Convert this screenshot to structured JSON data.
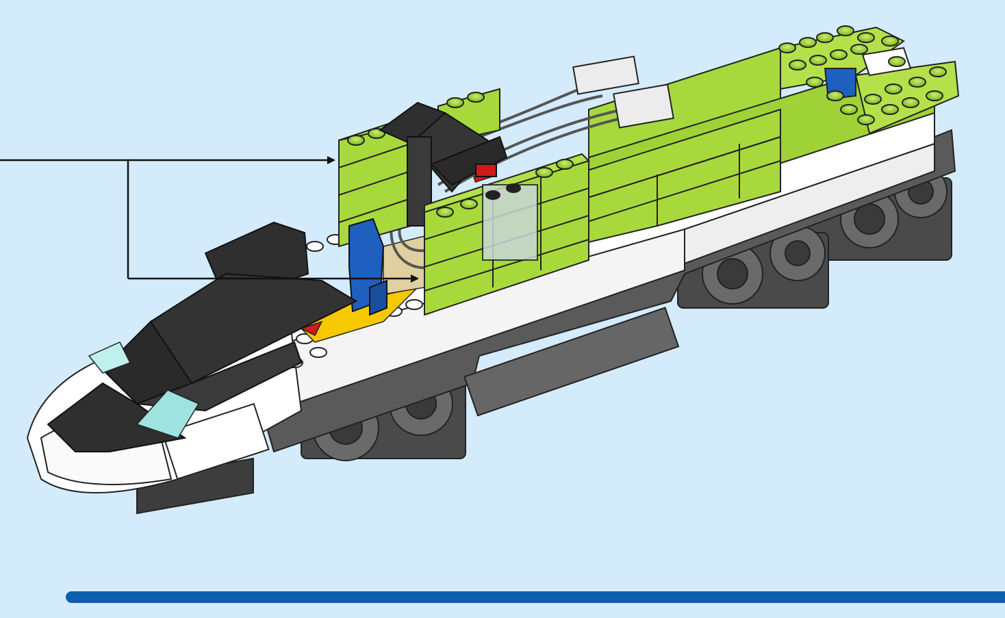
{
  "colors": {
    "background": "#d4ebfb",
    "callout_line": "#111111",
    "progress_bar": "#0b5fad",
    "lime_brick": "#a7d93d",
    "black_brick": "#2f2f2f",
    "white_body": "#ffffff",
    "dark_gray": "#555555",
    "blue_seat": "#1f5fbf",
    "red_part": "#d11a1a",
    "tan_floor": "#e0cfa0",
    "trans_clear": "#c8d6d8",
    "trans_cyan": "#9fe3e0",
    "yellow_part": "#f5c800"
  },
  "callout": {
    "type": "arrow-callout",
    "arrow_count": 2,
    "targets": [
      "lime-brick-stack-rear",
      "lime-brick-stack-front"
    ]
  },
  "model": {
    "subject": "train-engine-build-step",
    "visible_parts": [
      "lime-bricks",
      "black-slopes",
      "white-body",
      "blue-seat",
      "cables",
      "wheel-bogies",
      "windshield"
    ]
  },
  "progress": {
    "value": 1.0
  }
}
